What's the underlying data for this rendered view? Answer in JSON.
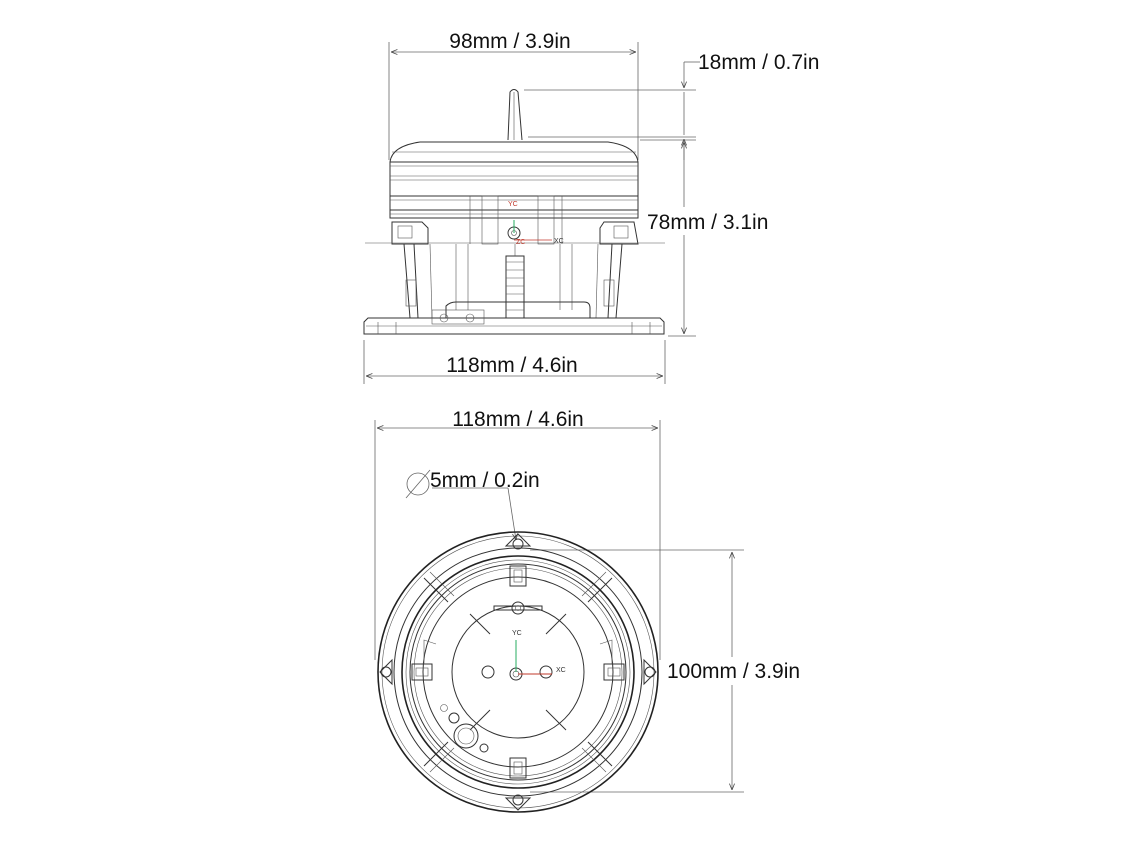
{
  "side_view": {
    "top_width": "98mm / 3.9in",
    "antenna_height": "18mm / 0.7in",
    "body_height": "78mm / 3.1in",
    "base_width": "118mm / 4.6in",
    "axis_y": "YC",
    "axis_x": "XC",
    "axis_z": "ZC"
  },
  "top_view": {
    "outer_width": "118mm / 4.6in",
    "hole_diameter": "5mm / 0.2in",
    "inner_height": "100mm / 3.9in",
    "axis_y": "YC",
    "axis_x": "XC"
  },
  "colors": {
    "x_axis": "#c0392b",
    "y_axis": "#27ae60",
    "line": "#333333"
  }
}
